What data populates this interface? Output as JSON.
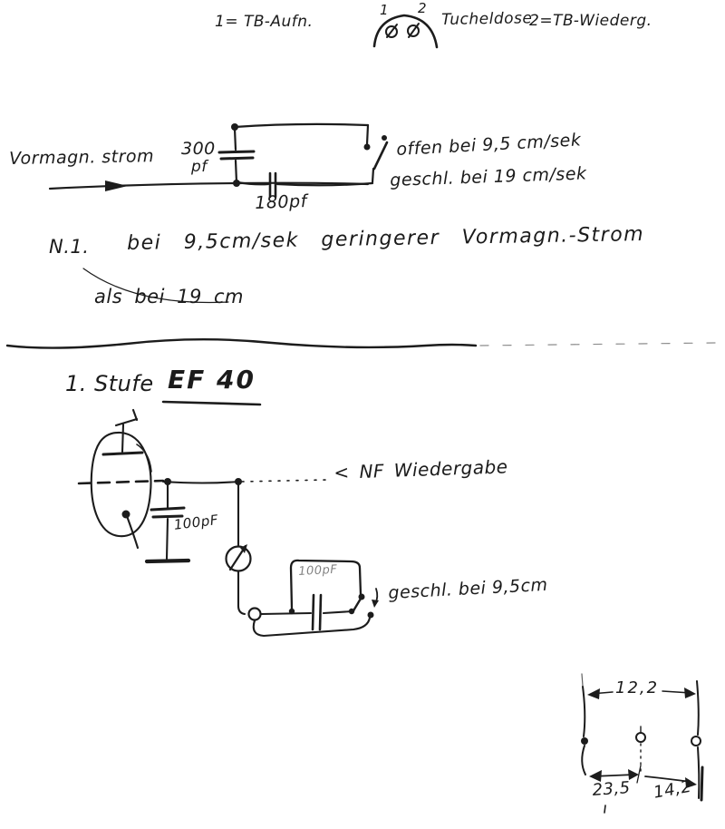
{
  "colors": {
    "ink": "#1b1b1b",
    "paper": "#ffffff"
  },
  "legend": {
    "item1": "1= TB-Aufn.",
    "pin1": "1",
    "pin2": "2",
    "connector_label": "Tucheldose",
    "item2": "2=TB-Wiederg."
  },
  "bias_circuit": {
    "input_label": "Vormagn. strom",
    "cap1_value": "300",
    "cap1_unit": "pf",
    "cap2_value": "180pf",
    "note_open": "offen bei 9,5 cm/sek",
    "note_closed": "geschl. bei 19 cm/sek"
  },
  "note": {
    "marker": "N.1.",
    "line1": "bei 9,5cm/sek geringerer Vormagn.-Strom",
    "line2": "als bei 19 cm"
  },
  "stage": {
    "heading_prefix": "1. Stufe",
    "tube_type": "EF 40",
    "grid_cap_value": "100pF",
    "output_label": "< NF Wiedergabe",
    "box_cap_value": "100pF",
    "switch_note": "geschl. bei 9,5cm"
  },
  "dimensions": {
    "top": "12,2",
    "bottom_left": "23,5",
    "bottom_right": "14,2"
  }
}
